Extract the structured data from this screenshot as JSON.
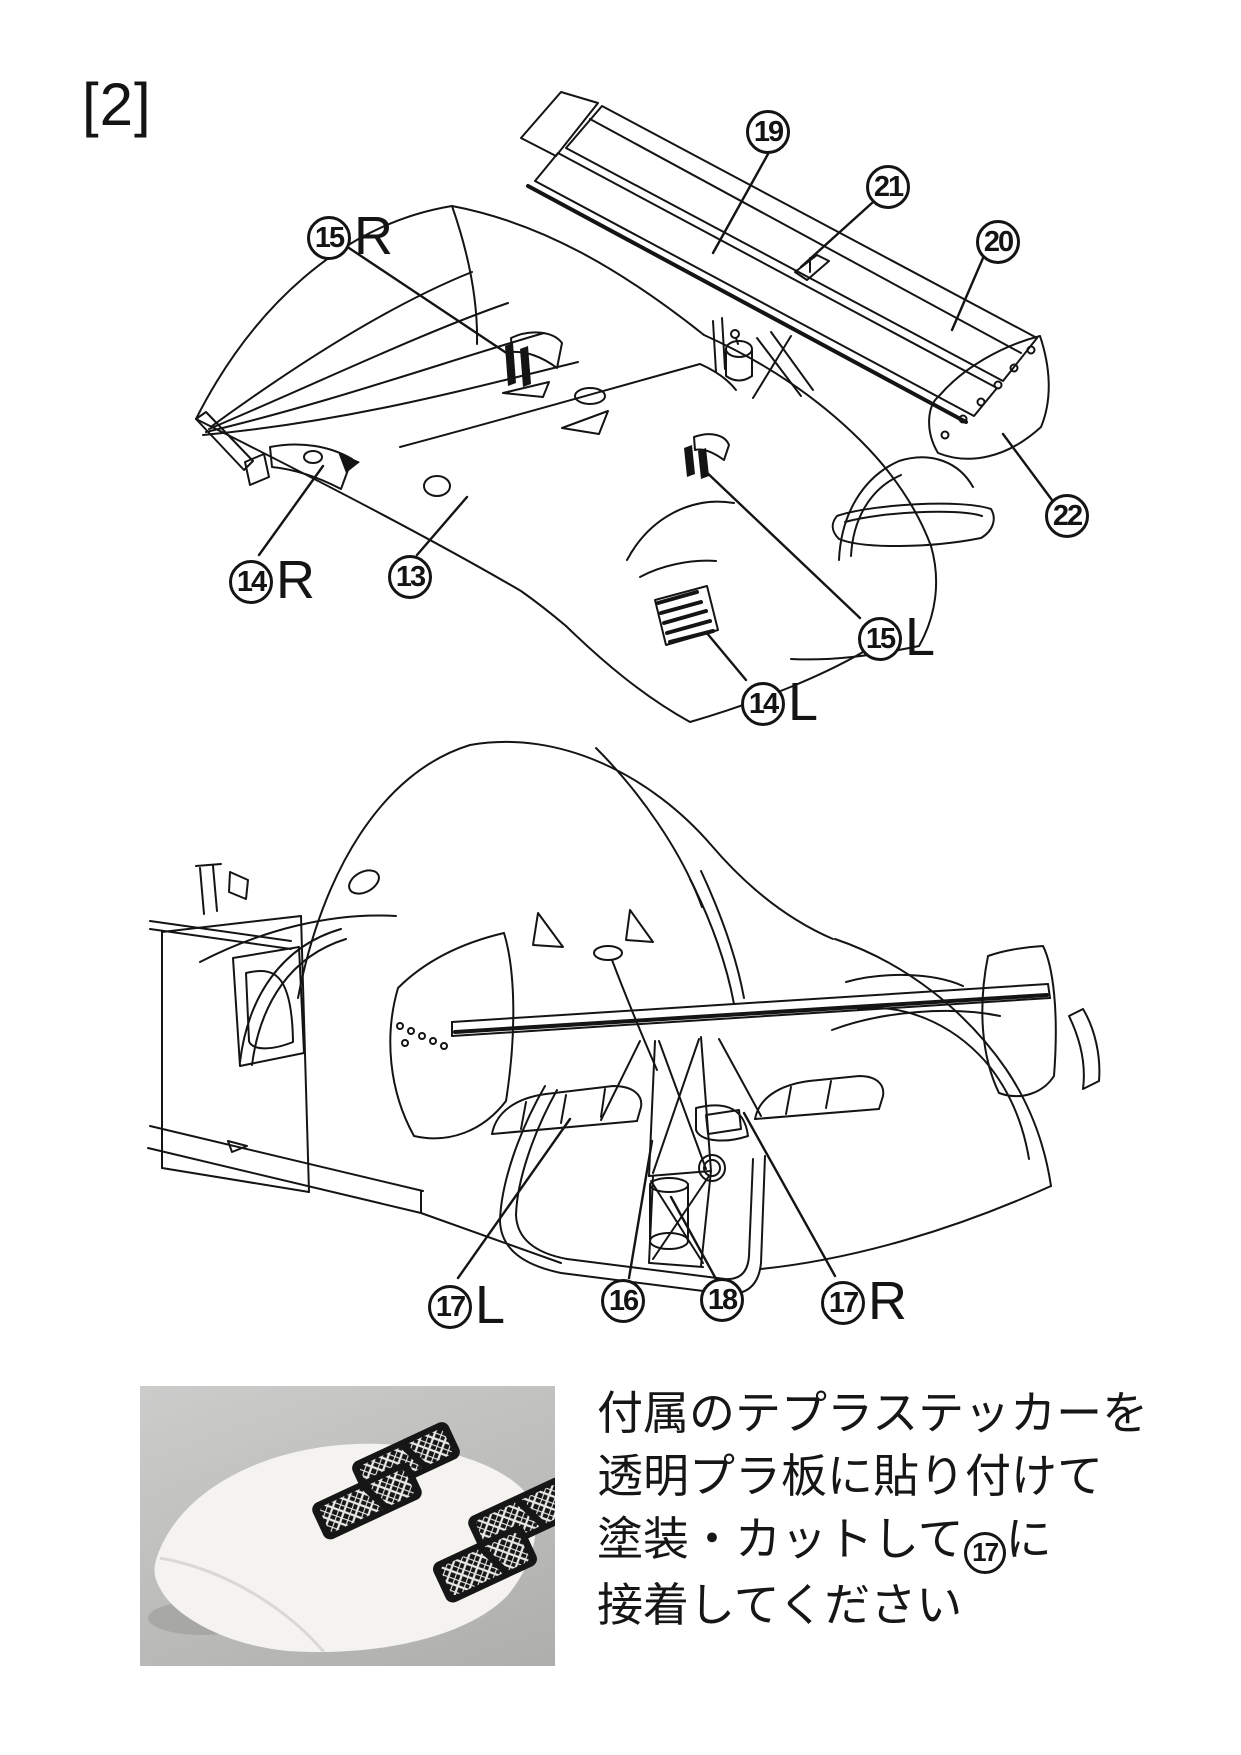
{
  "page": {
    "step_label": "[2]",
    "background": "#ffffff"
  },
  "colors": {
    "ink": "#141414",
    "photo_background": "#bdbdba",
    "part_white": "#f4f3f0",
    "sticker_black": "#161616"
  },
  "diagram_top": {
    "labels": [
      {
        "num": "19",
        "suffix": ""
      },
      {
        "num": "21",
        "suffix": ""
      },
      {
        "num": "20",
        "suffix": ""
      },
      {
        "num": "22",
        "suffix": ""
      },
      {
        "num": "15",
        "suffix": "R"
      },
      {
        "num": "14",
        "suffix": "R"
      },
      {
        "num": "13",
        "suffix": ""
      },
      {
        "num": "15",
        "suffix": "L"
      },
      {
        "num": "14",
        "suffix": "L"
      }
    ]
  },
  "diagram_middle": {
    "labels": [
      {
        "num": "17",
        "suffix": "L"
      },
      {
        "num": "16",
        "suffix": ""
      },
      {
        "num": "18",
        "suffix": ""
      },
      {
        "num": "17",
        "suffix": "R"
      }
    ]
  },
  "note": {
    "line1": "付属のテプラステッカーを",
    "line2": "透明プラ板に貼り付けて",
    "line3_pre": "塗装・カットして",
    "line3_circled_num": "17",
    "line3_post": "に",
    "line4": "接着してください"
  }
}
